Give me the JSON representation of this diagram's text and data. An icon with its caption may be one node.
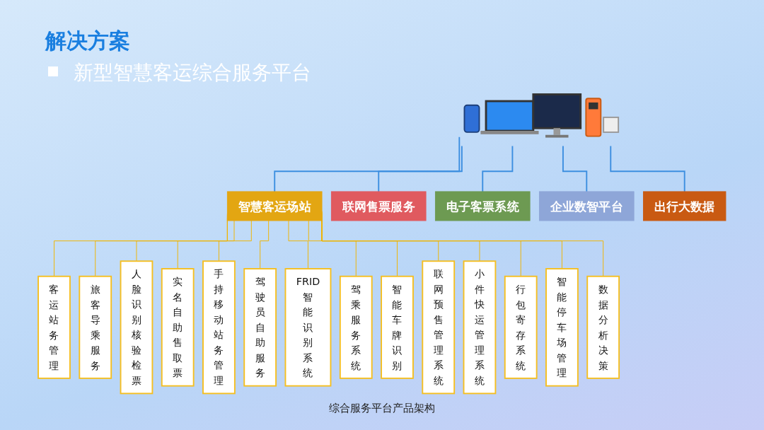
{
  "diagram": {
    "title": "解决方案",
    "caption": "综合服务平台产品架构",
    "nodes": [
      {
        "text": [],
        "shape": "picture"
      },
      {
        "text": [
          "智慧客运场站"
        ]
      },
      {
        "text": [
          "联网售票服务"
        ]
      },
      {
        "text": [
          "电子客票系统"
        ]
      },
      {
        "text": [
          "企业数智平台"
        ]
      },
      {
        "text": [
          "出行大数据"
        ]
      },
      {
        "text": [
          "客运站务管理"
        ]
      },
      {
        "text": [
          "旅客导乘服务"
        ]
      },
      {
        "text": [
          "人脸识别核验检票"
        ]
      },
      {
        "text": [
          "实名自助售取票"
        ]
      },
      {
        "text": [
          "手持移动站务管理"
        ]
      },
      {
        "text": [
          "驾驶员自助服务"
        ]
      },
      {
        "text": [
          "FRID智能识别系统"
        ]
      },
      {
        "text": [
          "驾乘服务系统"
        ]
      },
      {
        "text": [
          "智能车牌识别"
        ]
      },
      {
        "text": [
          "联网预售管理系统"
        ]
      },
      {
        "text": [
          "小件快运管理系统"
        ]
      },
      {
        "text": [
          "行包寄存系统"
        ]
      },
      {
        "text": [
          "智能停车场管理"
        ]
      },
      {
        "text": [
          "数据分析决策"
        ]
      }
    ],
    "edges": [
      {
        "from": 0,
        "to": 1,
        "arrow": "none",
        "color": "#3d8fe0"
      },
      {
        "from": 0,
        "to": 2,
        "arrow": "none",
        "color": "#3d8fe0"
      },
      {
        "from": 0,
        "to": 3,
        "arrow": "none",
        "color": "#3d8fe0"
      },
      {
        "from": 0,
        "to": 4,
        "arrow": "none",
        "color": "#3d8fe0"
      },
      {
        "from": 0,
        "to": 5,
        "arrow": "none",
        "color": "#3d8fe0"
      },
      {
        "from": 1,
        "to": 6,
        "arrow": "none"
      },
      {
        "from": 1,
        "to": 7,
        "arrow": "none"
      },
      {
        "from": 1,
        "to": 8,
        "arrow": "none"
      },
      {
        "from": 1,
        "to": 9,
        "arrow": "none"
      },
      {
        "from": 1,
        "to": 10,
        "arrow": "none"
      },
      {
        "from": 1,
        "to": 11,
        "arrow": "none"
      },
      {
        "from": 1,
        "to": 12,
        "arrow": "none"
      },
      {
        "from": 1,
        "to": 13,
        "arrow": "none"
      },
      {
        "from": 1,
        "to": 14,
        "arrow": "none"
      },
      {
        "from": 1,
        "to": 15,
        "arrow": "none"
      },
      {
        "from": 1,
        "to": 16,
        "arrow": "none"
      },
      {
        "from": 1,
        "to": 17,
        "arrow": "none"
      },
      {
        "from": 1,
        "to": 18,
        "arrow": "none"
      },
      {
        "from": 1,
        "to": 19,
        "arrow": "none"
      }
    ],
    "labels": [
      "新型智慧客运综合服务平台"
    ]
  }
}
